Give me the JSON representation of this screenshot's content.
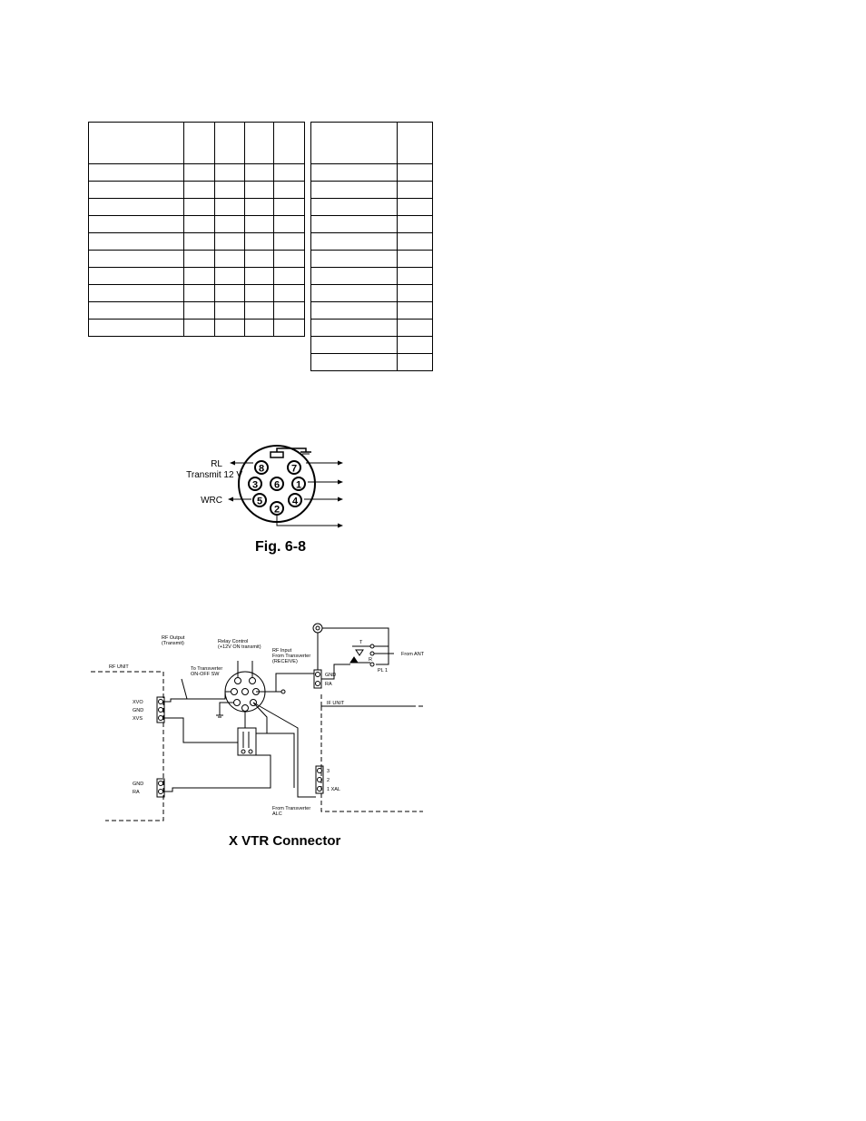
{
  "fig68": {
    "labels": {
      "rl": "RL",
      "transmit": "Transmit 12 V",
      "wrc": "WRC"
    },
    "pins": [
      "1",
      "2",
      "3",
      "4",
      "5",
      "6",
      "7",
      "8"
    ],
    "caption": "Fig. 6-8"
  },
  "vtr": {
    "rf_unit": "RF UNIT",
    "if_unit": "IF UNIT",
    "rf_output": [
      "RF Output",
      "(Transmit)"
    ],
    "relay_control": [
      "Relay Control",
      "(+12V ON transmit)"
    ],
    "rf_input": [
      "RF Input",
      "From Transverter",
      "(RECEIVE)"
    ],
    "to_transverter": [
      "To Transverter",
      "ON-OFF SW"
    ],
    "from_transverter_alc": [
      "From Transverter",
      "ALC"
    ],
    "from_ant": "From ANT",
    "pl1": "PL 1",
    "relay_t": "T",
    "relay_r": "R",
    "jack1_pins": [
      "XVO",
      "GND",
      "XVS"
    ],
    "jack2_pins": [
      "GND",
      "RA"
    ],
    "jack3_pins": [
      "GND",
      "RA"
    ],
    "if_pins": [
      "3",
      "2",
      "1 XAL"
    ],
    "caption": "X VTR Connector"
  }
}
